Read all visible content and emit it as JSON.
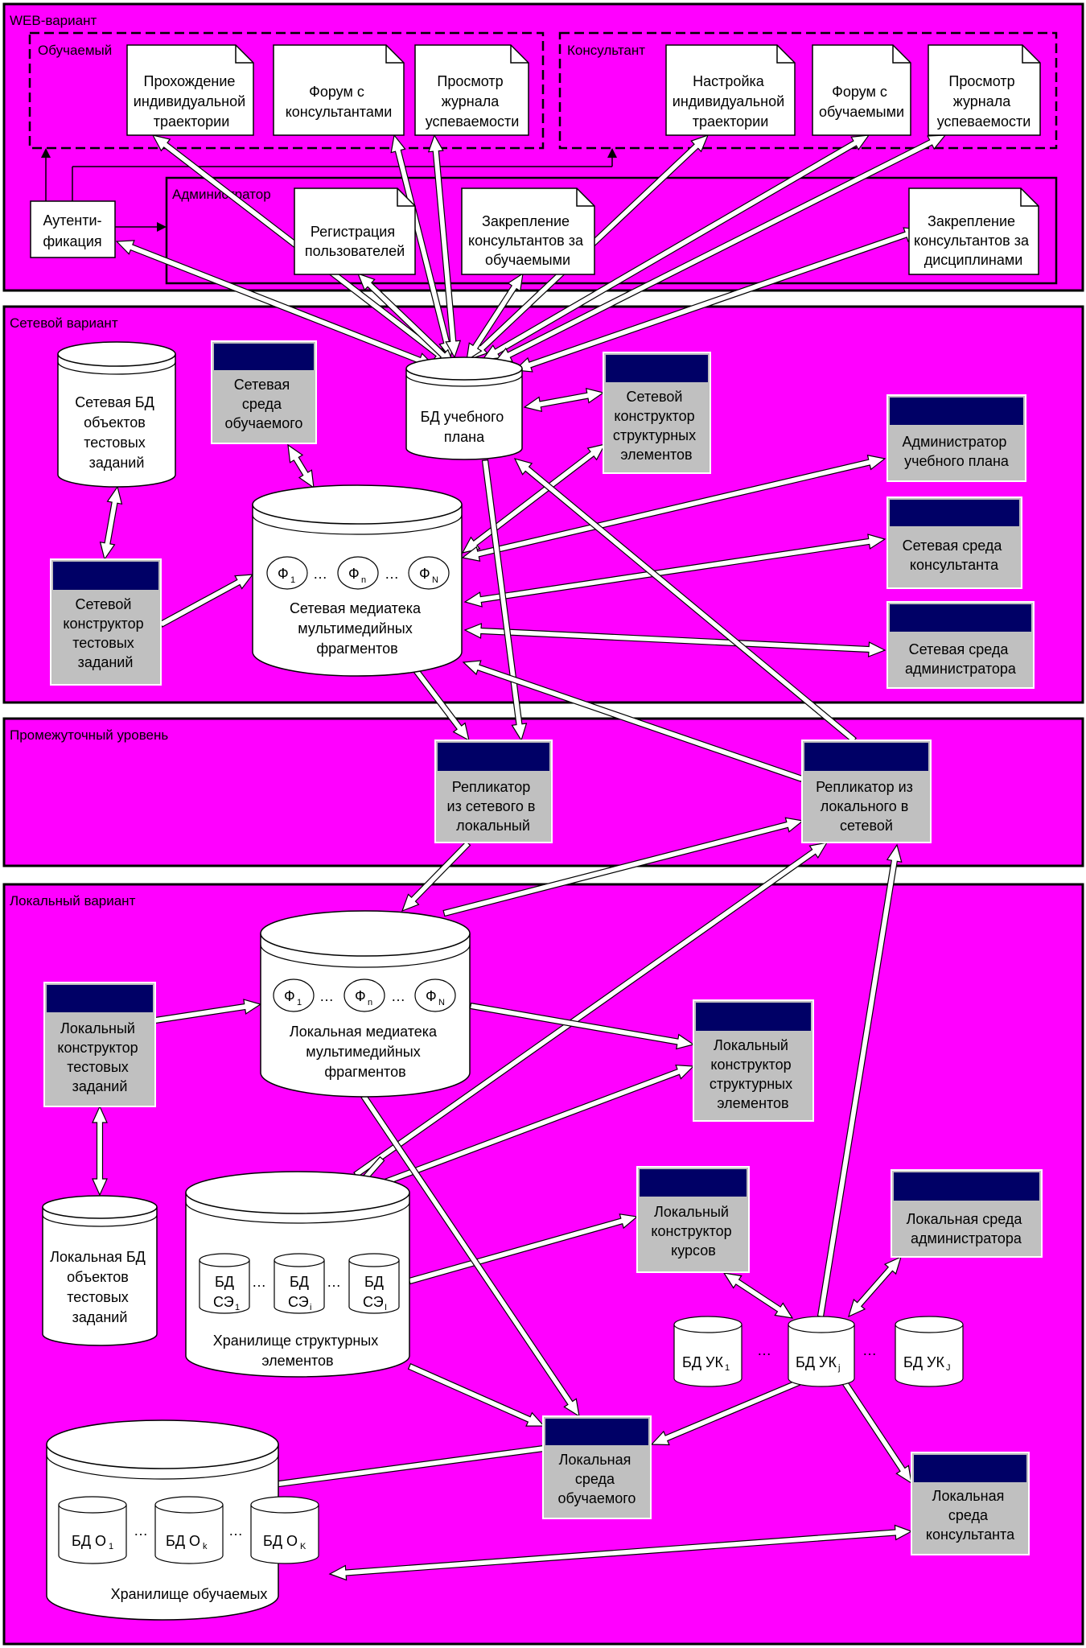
{
  "colors": {
    "background": "#ff00ff",
    "box_header": "#000066",
    "box_body": "#c0c0c0",
    "doc_fill": "#ffffff",
    "border": "#000000",
    "arrow_fill": "#ffffff"
  },
  "sections": {
    "web": {
      "title": "WEB-вариант"
    },
    "network": {
      "title": "Сетевой вариант"
    },
    "intermediate": {
      "title": "Промежуточный уровень"
    },
    "local": {
      "title": "Локальный вариант"
    }
  },
  "web": {
    "learner_group": "Обучаемый",
    "consultant_group": "Консультант",
    "admin_group": "Администратор",
    "auth": [
      "Аутенти-",
      "фикация"
    ],
    "docs": {
      "trajectory_pass": [
        "Прохождение",
        "индивидуальной",
        "траектории"
      ],
      "forum_consultants": [
        "Форум с",
        "консультантами"
      ],
      "journal_learner": [
        "Просмотр",
        "журнала",
        "успеваемости"
      ],
      "trajectory_setup": [
        "Настройка",
        "индивидуальной",
        "траектории"
      ],
      "forum_learners": [
        "Форум с",
        "обучаемыми"
      ],
      "journal_consultant": [
        "Просмотр",
        "журнала",
        "успеваемости"
      ],
      "user_registration": [
        "Регистрация",
        "пользователей"
      ],
      "assign_consultants_learners": [
        "Закрепление",
        "консультантов за",
        "обучаемыми"
      ],
      "assign_consultants_disciplines": [
        "Закрепление",
        "консультантов за",
        "дисциплинами"
      ]
    }
  },
  "network": {
    "net_db_tests": [
      "Сетевая БД",
      "объектов",
      "тестовых",
      "заданий"
    ],
    "net_learner_env": [
      "Сетевая",
      "среда",
      "обучаемого"
    ],
    "curriculum_db": [
      "БД учебного",
      "плана"
    ],
    "net_struct_builder": [
      "Сетевой",
      "конструктор",
      "структурных",
      "элементов"
    ],
    "curriculum_admin": [
      "Администратор",
      "учебного  плана"
    ],
    "net_consultant_env": [
      "Сетевая среда",
      "консультанта"
    ],
    "net_admin_env": [
      "Сетевая среда",
      "администратора"
    ],
    "net_test_builder": [
      "Сетевой",
      "конструктор",
      "тестовых",
      "заданий"
    ],
    "net_media": [
      "Сетевая медиатека",
      "мультимедийных",
      "фрагментов"
    ],
    "fragments": [
      {
        "main": "Ф",
        "sub": "1"
      },
      {
        "main": "Ф",
        "sub": "n"
      },
      {
        "main": "Ф",
        "sub": "N"
      }
    ],
    "ellipsis": "…"
  },
  "intermediate": {
    "replicator_to_local": [
      "Репликатор",
      "из сетевого в",
      "локальный"
    ],
    "replicator_to_net": [
      "Репликатор из",
      "локального в",
      "сетевой"
    ]
  },
  "local": {
    "local_test_builder": [
      "Локальный",
      "конструктор",
      "тестовых",
      "заданий"
    ],
    "local_media": [
      "Локальная медиатека",
      "мультимедийных",
      "фрагментов"
    ],
    "local_struct_builder": [
      "Локальный",
      "конструктор",
      "структурных",
      "элементов"
    ],
    "local_db_tests": [
      "Локальная БД",
      "объектов",
      "тестовых",
      "заданий"
    ],
    "struct_storage": [
      "Хранилище структурных",
      "элементов"
    ],
    "se_dbs": [
      {
        "line1": "БД",
        "main": "СЭ",
        "sub": "1"
      },
      {
        "line1": "БД",
        "main": "СЭ",
        "sub": "i"
      },
      {
        "line1": "БД",
        "main": "СЭ",
        "sub": "I"
      }
    ],
    "course_builder": [
      "Локальный",
      "конструктор",
      "курсов"
    ],
    "local_admin_env": [
      "Локальная среда",
      "администратора"
    ],
    "uk_dbs": [
      {
        "main": "БД УК",
        "sub": "1"
      },
      {
        "main": "БД УК",
        "sub": "j"
      },
      {
        "main": "БД УК",
        "sub": "J"
      }
    ],
    "local_learner_env": [
      "Локальная",
      "среда",
      "обучаемого"
    ],
    "local_consultant_env": [
      "Локальная",
      "среда",
      "консультанта"
    ],
    "learners_storage": "Хранилище обучаемых",
    "learner_dbs": [
      {
        "main": "БД О",
        "sub": "1"
      },
      {
        "main": "БД О",
        "sub": "k"
      },
      {
        "main": "БД О",
        "sub": "K"
      }
    ],
    "ellipsis": "…"
  }
}
